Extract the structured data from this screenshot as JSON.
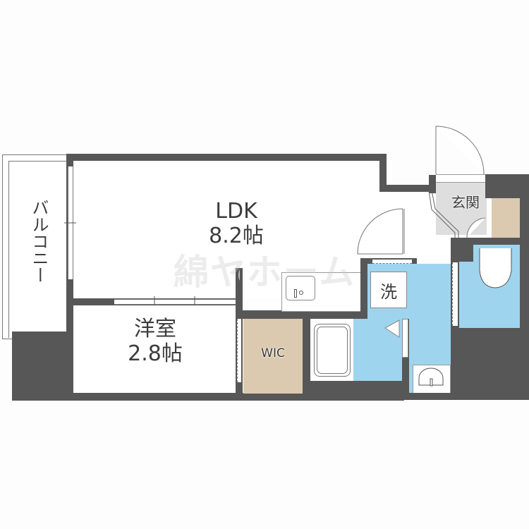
{
  "floorplan": {
    "rooms": {
      "ldk": {
        "name": "LDK",
        "area": "8.2帖"
      },
      "western_room": {
        "name": "洋室",
        "area": "2.8帖"
      },
      "wic": {
        "name": "WIC"
      },
      "balcony": {
        "name": "バルコニー"
      },
      "entrance": {
        "name": "玄関"
      },
      "washer": {
        "name": "洗"
      }
    },
    "watermark": "綿ヤホーム",
    "colors": {
      "wall": "#575757",
      "wet_area": "#9fd4ee",
      "storage": "#dccab0",
      "entrance": "#dedede",
      "floor": "#ffffff"
    }
  }
}
